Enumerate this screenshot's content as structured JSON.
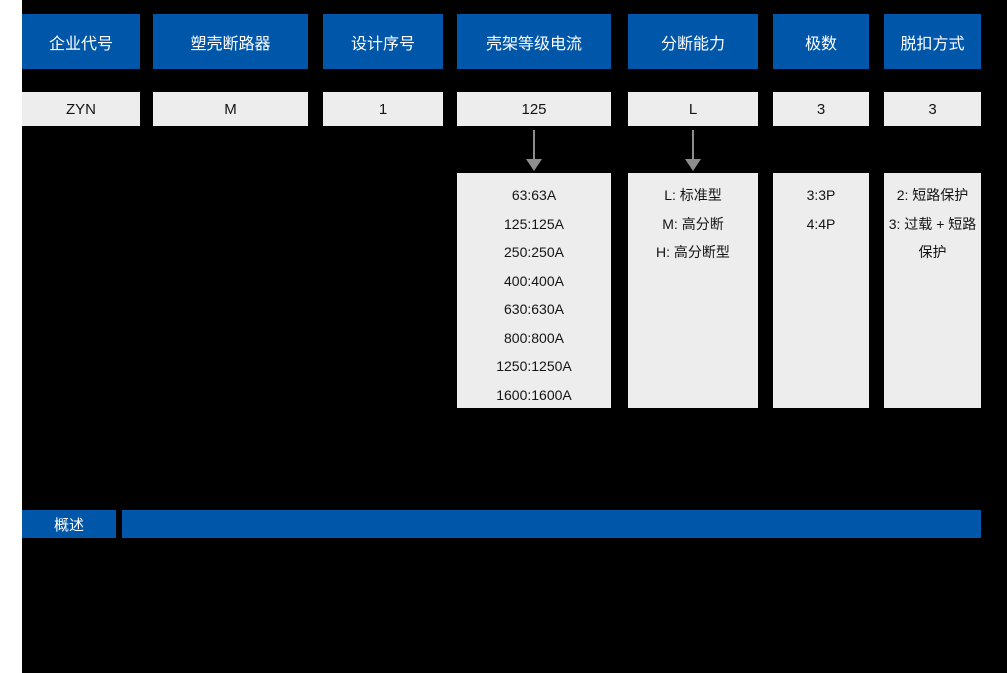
{
  "diagram": {
    "columns": [
      {
        "label": "企业代号",
        "value": "ZYN",
        "has_arrow": false,
        "options": []
      },
      {
        "label": "塑壳断路器",
        "value": "M",
        "has_arrow": false,
        "options": []
      },
      {
        "label": "设计序号",
        "value": "1",
        "has_arrow": false,
        "options": []
      },
      {
        "label": "壳架等级电流",
        "value": "125",
        "has_arrow": true,
        "options": [
          "63:63A",
          "125:125A",
          "250:250A",
          "400:400A",
          "630:630A",
          "800:800A",
          "1250:1250A",
          "1600:1600A"
        ]
      },
      {
        "label": "分断能力",
        "value": "L",
        "has_arrow": true,
        "options": [
          "L: 标准型",
          "M: 高分断",
          "H: 高分断型"
        ]
      },
      {
        "label": "极数",
        "value": "3",
        "has_arrow": false,
        "options": [
          "3:3P",
          "4:4P"
        ]
      },
      {
        "label": "脱扣方式",
        "value": "3",
        "has_arrow": false,
        "options": [
          "2: 短路保护",
          "3: 过载 + 短路保护"
        ]
      }
    ]
  },
  "section_tab": {
    "label": "概述"
  },
  "colors": {
    "accent_blue": "#0057a9",
    "box_gray": "#ededed",
    "background": "#000000",
    "page_margin_white": "#ffffff",
    "arrow_gray": "#8d8d8d"
  }
}
